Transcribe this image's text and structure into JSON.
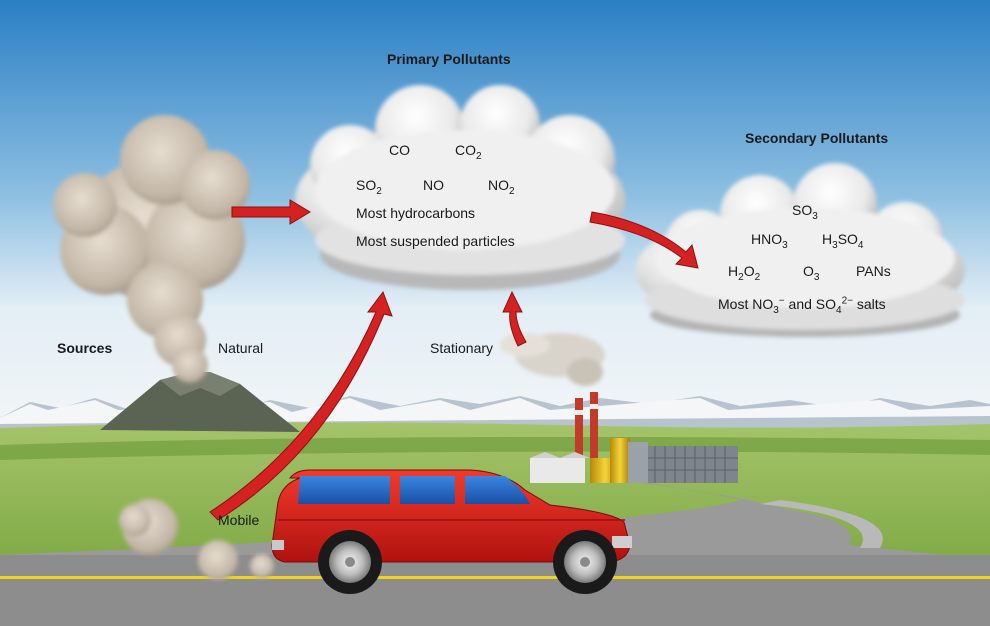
{
  "titles": {
    "primary": "Primary Pollutants",
    "secondary": "Secondary Pollutants",
    "sources": "Sources"
  },
  "source_labels": {
    "natural": "Natural",
    "stationary": "Stationary",
    "mobile": "Mobile"
  },
  "primary": {
    "co": "CO",
    "co2": {
      "base": "CO",
      "sub": "2"
    },
    "so2": {
      "base": "SO",
      "sub": "2"
    },
    "no": "NO",
    "no2": {
      "base": "NO",
      "sub": "2"
    },
    "hydrocarbons": "Most hydrocarbons",
    "particles": "Most suspended particles"
  },
  "secondary": {
    "so3": {
      "base": "SO",
      "sub": "3"
    },
    "hno3": {
      "a": "HNO",
      "sub": "3"
    },
    "h3so4": {
      "a": "H",
      "sub1": "3",
      "b": "SO",
      "sub2": "4"
    },
    "h2o2": {
      "a": "H",
      "sub1": "2",
      "b": "O",
      "sub2": "2"
    },
    "o3": {
      "base": "O",
      "sub": "3"
    },
    "pans": "PANs",
    "salts": {
      "pre": "Most NO",
      "sub1": "3",
      "sup1": "−",
      "mid": " and SO",
      "sub2": "4",
      "sup2": "2−",
      "post": " salts"
    }
  },
  "colors": {
    "sky_top": "#2f86c9",
    "sky_bottom": "#e6f0f6",
    "arrow": "#d42222",
    "car": "#d81e1e",
    "grass": "#7fae44",
    "road": "#8a8a8a",
    "road_line": "#f2d21b"
  },
  "icons": [
    "volcano-icon",
    "factory-icon",
    "car-icon",
    "cloud-icon",
    "arrow-icon"
  ]
}
